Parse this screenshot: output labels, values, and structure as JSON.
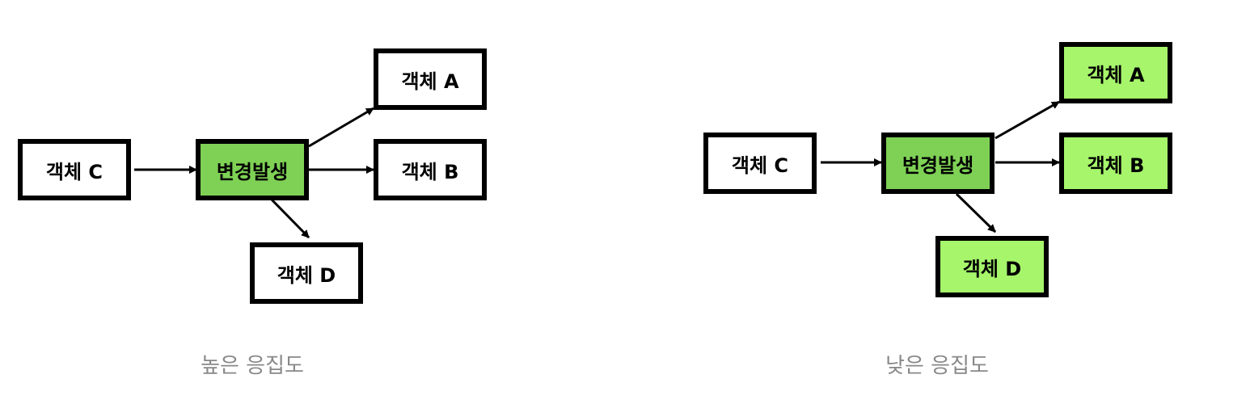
{
  "colors": {
    "source_fill": "#7ed155",
    "affected_fill": "#a6f56b",
    "plain_fill": "#ffffff",
    "stroke": "#000000",
    "caption": "#888888"
  },
  "high": {
    "caption": "높은 응집도",
    "nodes": {
      "c": "객체 C",
      "change": "변경발생",
      "a": "객체 A",
      "b": "객체 B",
      "d": "객체 D"
    }
  },
  "low": {
    "caption": "낮은 응집도",
    "nodes": {
      "c": "객체 C",
      "change": "변경발생",
      "a": "객체 A",
      "b": "객체 B",
      "d": "객체 D"
    }
  }
}
